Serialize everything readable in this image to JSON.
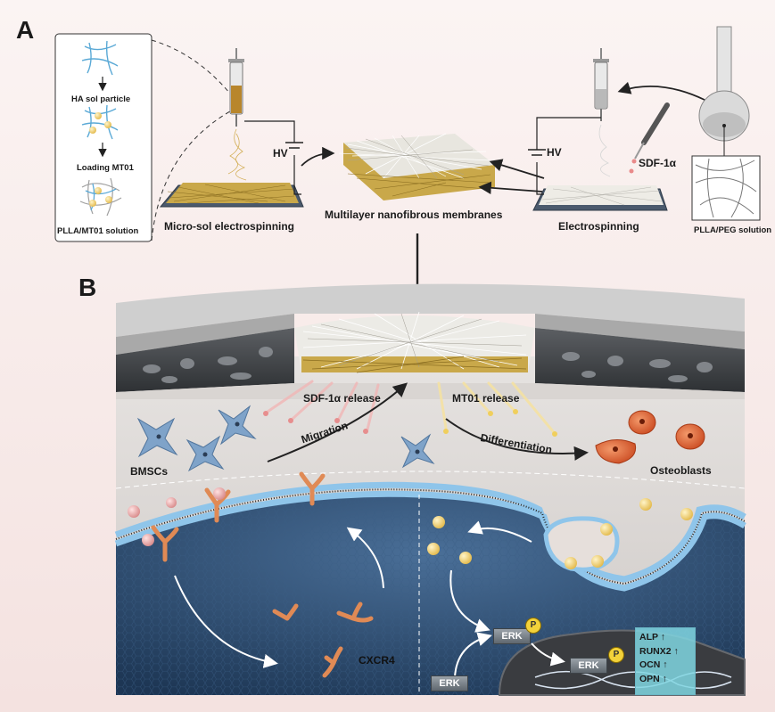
{
  "panel_a_label": "A",
  "panel_b_label": "B",
  "inset": {
    "step1": "HA sol particle",
    "step2": "Loading MT01",
    "step3": "PLLA/MT01 solution"
  },
  "micro_sol_label": "Micro-sol electrospinning",
  "hv_left": "HV",
  "hv_right": "HV",
  "membrane_label": "Multilayer nanofibrous membranes",
  "electrospinning_label": "Electrospinning",
  "sdf_label": "SDF-1α",
  "plla_peg_label": "PLLA/PEG solution",
  "sdf_release": "SDF-1α release",
  "mt01_release": "MT01 release",
  "migration": "Migration",
  "differentiation": "Differentiation",
  "bmscs": "BMSCs",
  "osteoblasts": "Osteoblasts",
  "cxcr4": "CXCR4",
  "erk1": "ERK",
  "erk2": "ERK",
  "erk3": "ERK",
  "p_badge": "P",
  "genes": [
    "ALP ↑",
    "RUNX2 ↑",
    "OCN ↑",
    "OPN ↑"
  ],
  "colors": {
    "fiber_gold": "#c9a84a",
    "fiber_white": "#ecebe6",
    "bone_gray": "#7a7d80",
    "cell_blue": "#7fa3c9",
    "osteoblast": "#e46a3c",
    "receptor": "#e08a55",
    "sphere_pink": "#e7a4a4",
    "sphere_yellow": "#f2d77a",
    "nucleus_blue": "#2f4f72"
  }
}
